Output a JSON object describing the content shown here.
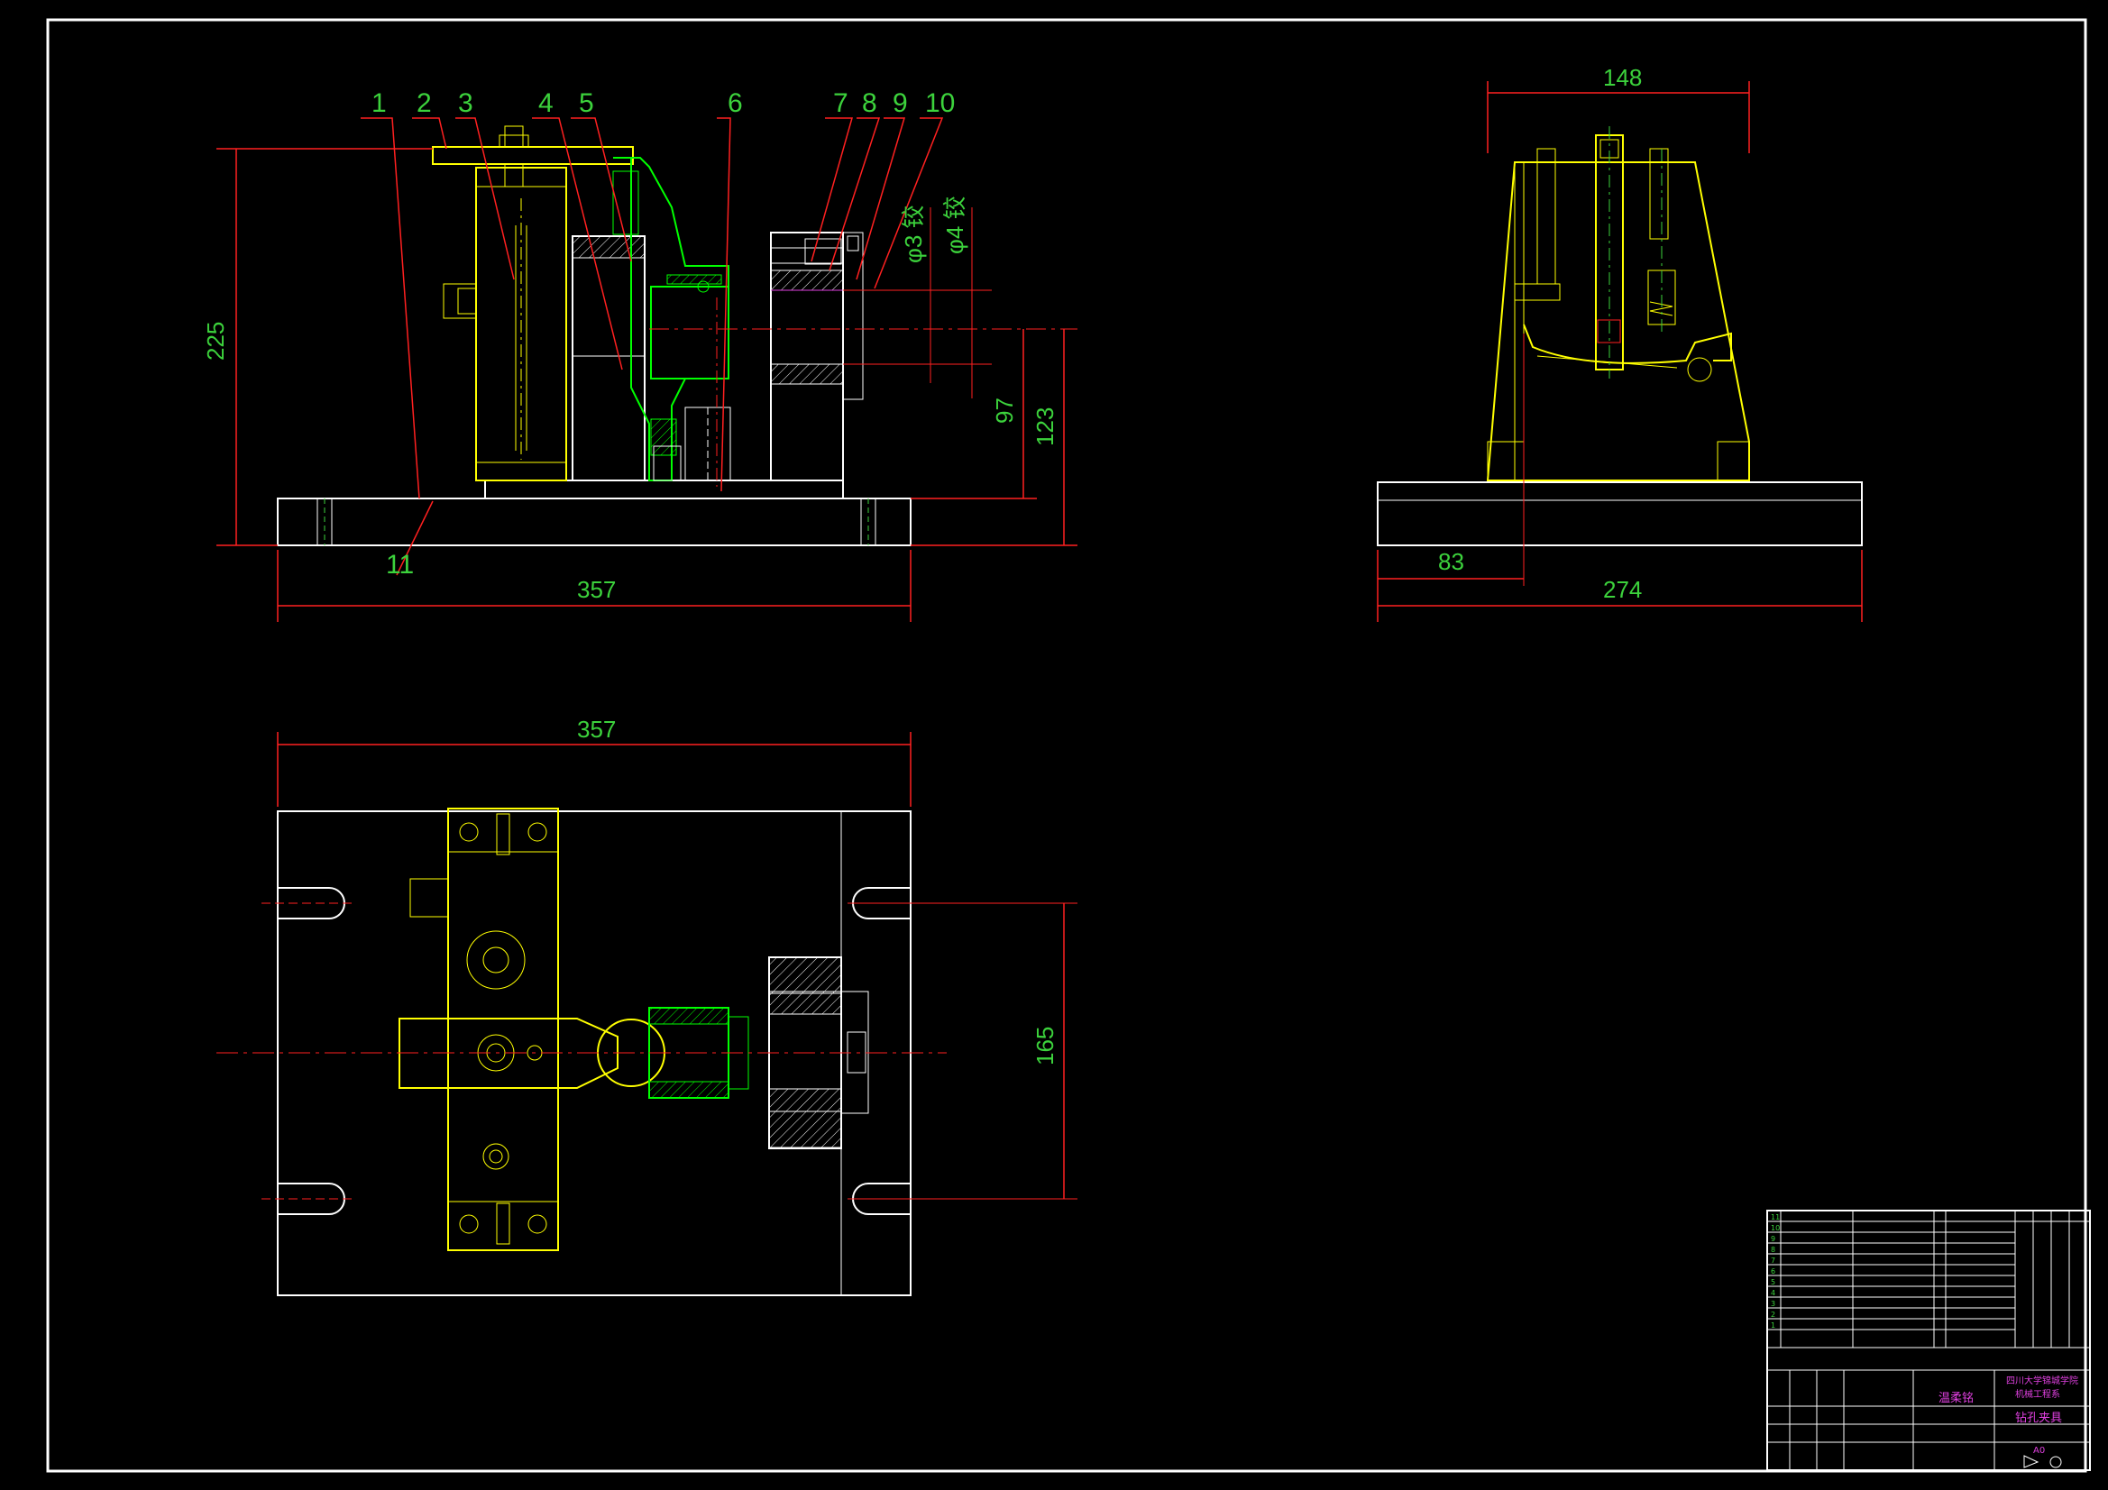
{
  "colors": {
    "background": "#000000",
    "outline": "#ffffff",
    "part": "#ffff00",
    "dimension_text": "#3cd23c",
    "dimension_line": "#ff2020",
    "section": "#00ff00",
    "title_accent": "#e040e0"
  },
  "front_view": {
    "balloons": [
      "1",
      "2",
      "3",
      "4",
      "5",
      "6",
      "7",
      "8",
      "9",
      "10",
      "11"
    ],
    "dims": {
      "overall_length": "357",
      "overall_height": "225",
      "center_height": "97",
      "top_height": "123",
      "hole_small": "φ3 铰",
      "hole_large": "φ4 铰"
    }
  },
  "side_view": {
    "dims": {
      "width_top": "148",
      "offset": "83",
      "base_width": "274"
    }
  },
  "top_view": {
    "dims": {
      "length": "357",
      "slot_spacing": "165"
    }
  },
  "title_block": {
    "parts_rows": [
      "11",
      "10",
      "9",
      "8",
      "7",
      "6",
      "5",
      "4",
      "3",
      "2",
      "1"
    ],
    "designer": "温柔铭",
    "school": "四川大学锦城学院",
    "department": "机械工程系",
    "drawing_title": "钻孔夹具",
    "sheet": "A0"
  }
}
